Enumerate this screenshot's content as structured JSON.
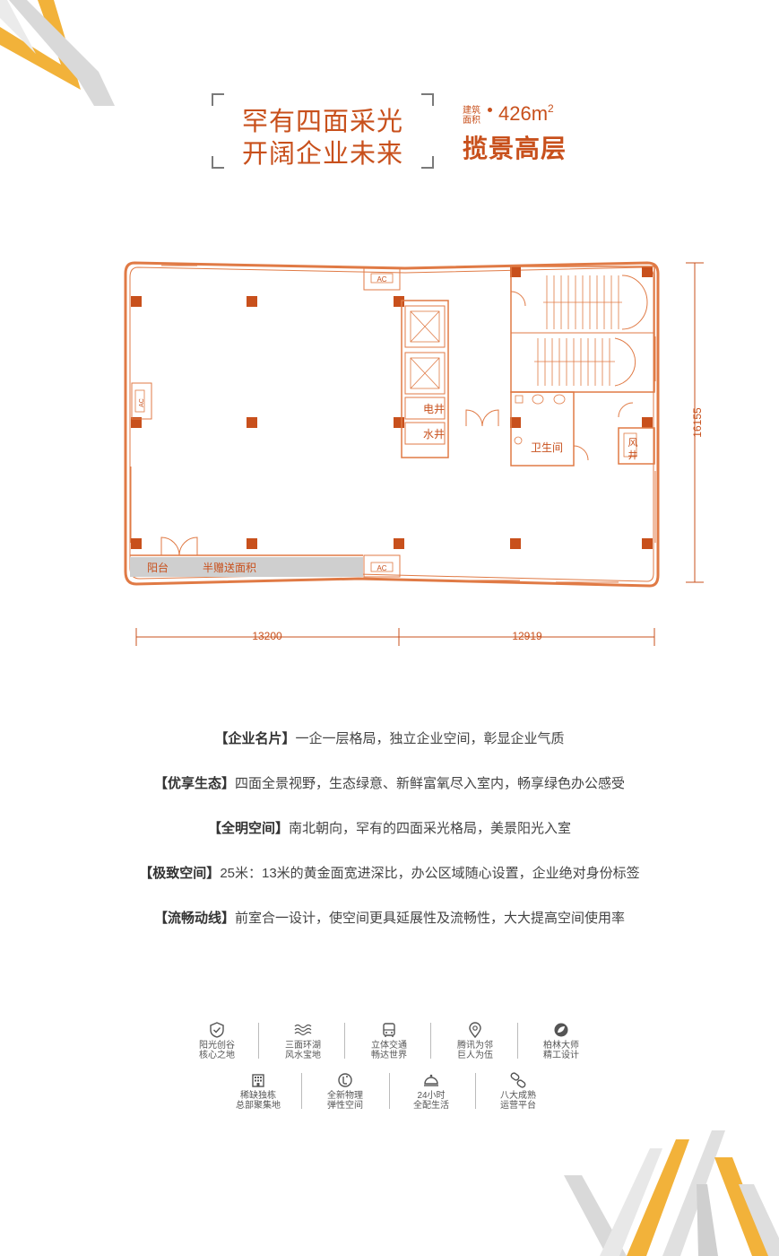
{
  "headline": {
    "line1": "罕有四面采光",
    "line2": "开阔企业未来"
  },
  "area": {
    "label_top": "建筑",
    "label_bottom": "面积",
    "value": "426",
    "unit": "m",
    "unit_power": "2",
    "tagline": "揽景高层"
  },
  "plan": {
    "labels": {
      "ac": "AC",
      "elec_shaft": "电井",
      "water_shaft": "水井",
      "toilet": "卫生间",
      "air_shaft_1": "风",
      "air_shaft_2": "井",
      "balcony": "阳台",
      "half_area": "半赠送面积"
    },
    "dimensions": {
      "left_width": "13200",
      "right_width": "12919",
      "depth": "16155"
    },
    "colors": {
      "accent": "#c8501c",
      "wall": "#e07a45",
      "balcony": "#cfcfcf"
    }
  },
  "features": [
    {
      "title": "【企业名片】",
      "text": "一企一层格局，独立企业空间，彰显企业气质"
    },
    {
      "title": "【优享生态】",
      "text": "四面全景视野，生态绿意、新鲜富氧尽入室内，畅享绿色办公感受"
    },
    {
      "title": "【全明空间】",
      "text": "南北朝向，罕有的四面采光格局，美景阳光入室"
    },
    {
      "title": "【极致空间】",
      "text": "25米：13米的黄金面宽进深比，办公区域随心设置，企业绝对身份标签"
    },
    {
      "title": "【流畅动线】",
      "text": "前室合一设计，使空间更具延展性及流畅性，大大提高空间使用率"
    }
  ],
  "icons_row1": [
    {
      "icon": "shield-check-icon",
      "line1": "阳光创谷",
      "line2": "核心之地"
    },
    {
      "icon": "waves-icon",
      "line1": "三面环湖",
      "line2": "风水宝地"
    },
    {
      "icon": "bus-icon",
      "line1": "立体交通",
      "line2": "畅达世界"
    },
    {
      "icon": "location-pin-icon",
      "line1": "腾讯为邻",
      "line2": "巨人为伍"
    },
    {
      "icon": "leaf-circle-icon",
      "line1": "柏林大师",
      "line2": "精工设计"
    }
  ],
  "icons_row2": [
    {
      "icon": "building-icon",
      "line1": "稀缺独栋",
      "line2": "总部聚集地"
    },
    {
      "icon": "flexible-space-icon",
      "line1": "全新物理",
      "line2": "弹性空间"
    },
    {
      "icon": "dining-cloche-icon",
      "line1": "24小时",
      "line2": "全配生活"
    },
    {
      "icon": "link-icon",
      "line1": "八大成熟",
      "line2": "运营平台"
    }
  ]
}
